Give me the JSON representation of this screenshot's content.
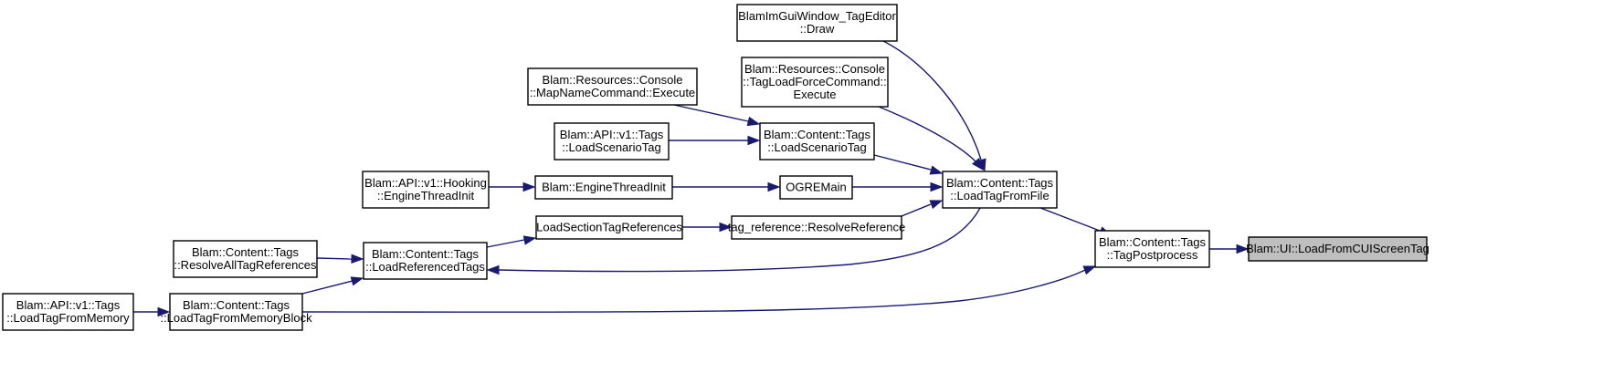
{
  "nodes": {
    "n_target": {
      "lines": [
        "Blam::UI::LoadFromCUIScreenTag"
      ]
    },
    "n_postproc": {
      "lines": [
        "Blam::Content::Tags",
        "::TagPostprocess"
      ]
    },
    "n_loadfile": {
      "lines": [
        "Blam::Content::Tags",
        "::LoadTagFromFile"
      ]
    },
    "n_imgui": {
      "lines": [
        "BlamImGuiWindow_TagEditor",
        "::Draw"
      ]
    },
    "n_tlfc": {
      "lines": [
        "Blam::Resources::Console",
        "::TagLoadForceCommand::",
        "Execute"
      ]
    },
    "n_mapname": {
      "lines": [
        "Blam::Resources::Console",
        "::MapNameCommand::Execute"
      ]
    },
    "n_ctls": {
      "lines": [
        "Blam::Content::Tags",
        "::LoadScenarioTag"
      ]
    },
    "n_apils": {
      "lines": [
        "Blam::API::v1::Tags",
        "::LoadScenarioTag"
      ]
    },
    "n_ogre": {
      "lines": [
        "OGREMain"
      ]
    },
    "n_eti": {
      "lines": [
        "Blam::EngineThreadInit"
      ]
    },
    "n_apieti": {
      "lines": [
        "Blam::API::v1::Hooking",
        "::EngineThreadInit"
      ]
    },
    "n_tagref": {
      "lines": [
        "tag_reference::ResolveReference"
      ]
    },
    "n_lstr": {
      "lines": [
        "LoadSectionTagReferences"
      ]
    },
    "n_lrt": {
      "lines": [
        "Blam::Content::Tags",
        "::LoadReferencedTags"
      ]
    },
    "n_ratr": {
      "lines": [
        "Blam::Content::Tags",
        "::ResolveAllTagReferences"
      ]
    },
    "n_ltfmb": {
      "lines": [
        "Blam::Content::Tags",
        "::LoadTagFromMemoryBlock"
      ]
    },
    "n_apiltfm": {
      "lines": [
        "Blam::API::v1::Tags",
        "::LoadTagFromMemory"
      ]
    }
  },
  "edges": [
    {
      "from": "n_postproc",
      "to": "n_target"
    },
    {
      "from": "n_loadfile",
      "to": "n_postproc"
    },
    {
      "from": "n_imgui",
      "to": "n_loadfile"
    },
    {
      "from": "n_tlfc",
      "to": "n_loadfile"
    },
    {
      "from": "n_ctls",
      "to": "n_loadfile"
    },
    {
      "from": "n_ogre",
      "to": "n_loadfile"
    },
    {
      "from": "n_tagref",
      "to": "n_loadfile"
    },
    {
      "from": "n_mapname",
      "to": "n_ctls"
    },
    {
      "from": "n_apils",
      "to": "n_ctls"
    },
    {
      "from": "n_eti",
      "to": "n_ogre"
    },
    {
      "from": "n_apieti",
      "to": "n_eti"
    },
    {
      "from": "n_lstr",
      "to": "n_tagref"
    },
    {
      "from": "n_lrt",
      "to": "n_lstr"
    },
    {
      "from": "n_ratr",
      "to": "n_lrt"
    },
    {
      "from": "n_ltfmb",
      "to": "n_lrt"
    },
    {
      "from": "n_loadfile",
      "to": "n_lrt"
    },
    {
      "from": "n_ltfmb",
      "to": "n_postproc"
    },
    {
      "from": "n_apiltfm",
      "to": "n_ltfmb"
    }
  ],
  "colors": {
    "edge": "#191970",
    "current_fill": "#bfbfbf",
    "node_border": "#000000"
  }
}
